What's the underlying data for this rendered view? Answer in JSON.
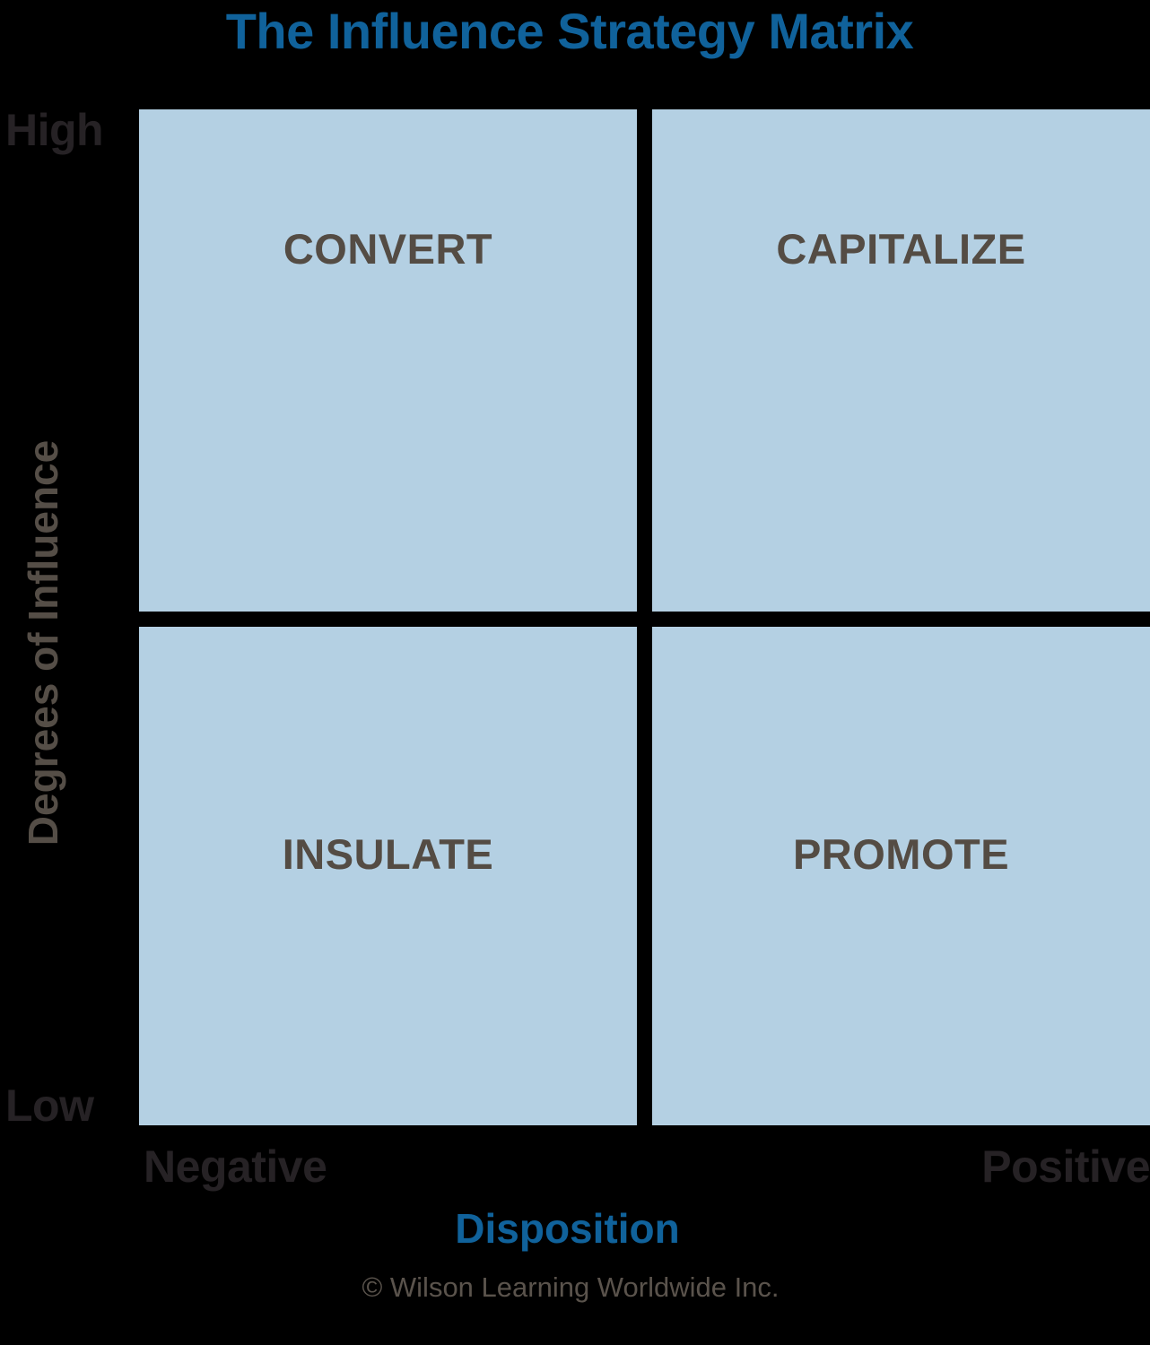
{
  "title": "The Influence Strategy Matrix",
  "colors": {
    "background": "#000000",
    "title_blue": "#10629b",
    "quadrant_fill": "#b4d0e3",
    "quadrant_label": "#544c44",
    "axis_tick": "#262225",
    "axis_title_gray": "#554e47",
    "copyright": "#5a534c"
  },
  "axes": {
    "y": {
      "title": "Degrees of Influence",
      "ticks": {
        "high": "High",
        "low": "Low"
      }
    },
    "x": {
      "title": "Disposition",
      "ticks": {
        "negative": "Negative",
        "positive": "Positive"
      }
    }
  },
  "quadrants": [
    {
      "label": "CONVERT",
      "influence": "High",
      "disposition": "Negative",
      "row": "top",
      "col": "left"
    },
    {
      "label": "CAPITALIZE",
      "influence": "High",
      "disposition": "Positive",
      "row": "top",
      "col": "right"
    },
    {
      "label": "INSULATE",
      "influence": "Low",
      "disposition": "Negative",
      "row": "bottom",
      "col": "left"
    },
    {
      "label": "PROMOTE",
      "influence": "Low",
      "disposition": "Positive",
      "row": "bottom",
      "col": "right"
    }
  ],
  "copyright": "© Wilson Learning Worldwide Inc.",
  "chart_data": {
    "type": "table",
    "title": "The Influence Strategy Matrix",
    "xlabel": "Disposition",
    "ylabel": "Degrees of Influence",
    "grid": false,
    "legend": "none",
    "x_categories": [
      "Negative",
      "Positive"
    ],
    "y_categories": [
      "Low",
      "High"
    ],
    "cells": [
      {
        "x": "Negative",
        "y": "High",
        "value": "CONVERT"
      },
      {
        "x": "Positive",
        "y": "High",
        "value": "CAPITALIZE"
      },
      {
        "x": "Negative",
        "y": "Low",
        "value": "INSULATE"
      },
      {
        "x": "Positive",
        "y": "Low",
        "value": "PROMOTE"
      }
    ]
  }
}
